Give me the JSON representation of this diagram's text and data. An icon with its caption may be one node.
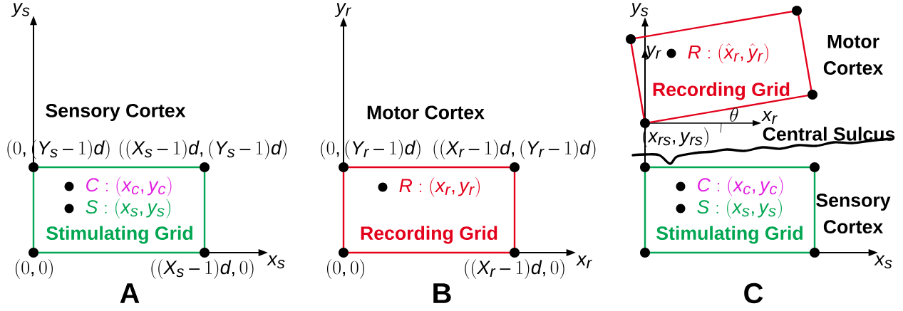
{
  "diagram": {
    "nodes": [
      {
        "text": [
          "C:\\left(x_c,y_c\\right)",
          "S:\\left(x_s,y_s\\right)",
          "Stimulating Grid"
        ]
      },
      {
        "text": [
          "R:\\left(x_r,y_r\\right)",
          "Recording Grid"
        ]
      },
      {
        "text": [
          "R:\\left(\\hat{x}_r,\\hat{y}_r\\right)",
          "Recording Grid"
        ]
      },
      {
        "text": [
          "C:\\left(x_c,y_c\\right)",
          "S:\\left(x_s,y_s\\right)",
          "Stimulating Grid"
        ]
      }
    ],
    "labels": [
      "y_s",
      "Sensory Cortex",
      "(0,(Y_s-1)d)",
      "((X_s-1)d,(Y_s-1)d)",
      "x_s",
      "(0,0)",
      "((X_s-1)d,0)",
      "A",
      "y_r",
      "Motor Cortex",
      "(0,(Y_r-1)d)",
      "((X_r-1)d,(Y_r-1)d)",
      "x_r",
      "(0,0)",
      "((X_r-1)d,0)",
      "B",
      "y_s",
      "y_r",
      "Motor Cortex",
      "\\theta",
      "x_r",
      "(x_{rs},y_{rs})",
      "Central Sulcus",
      "Sensory Cortex",
      "x_s",
      "C"
    ]
  }
}
